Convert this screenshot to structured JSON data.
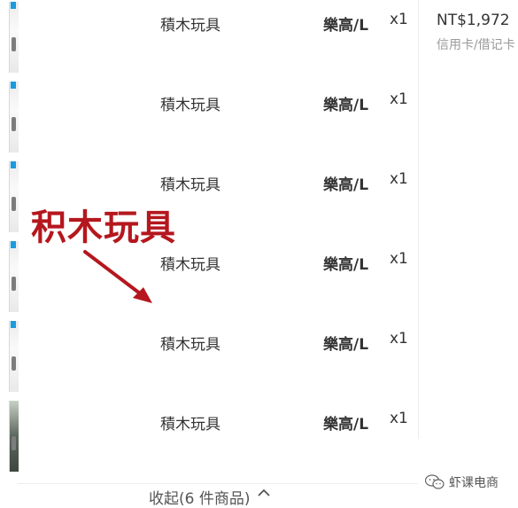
{
  "order": {
    "items": [
      {
        "name": "積木玩具",
        "spec": "樂高/L",
        "qty": "x1"
      },
      {
        "name": "積木玩具",
        "spec": "樂高/L",
        "qty": "x1"
      },
      {
        "name": "積木玩具",
        "spec": "樂高/L",
        "qty": "x1"
      },
      {
        "name": "積木玩具",
        "spec": "樂高/L",
        "qty": "x1"
      },
      {
        "name": "積木玩具",
        "spec": "樂高/L",
        "qty": "x1"
      },
      {
        "name": "積木玩具",
        "spec": "樂高/L",
        "qty": "x1"
      }
    ],
    "total_price": "NT$1,972",
    "payment_method": "信用卡/借记卡",
    "collapse_label": "收起(6 件商品)"
  },
  "annotation": {
    "callout_text": "积木玩具",
    "color": "#b5171e"
  },
  "watermark": {
    "text": "虾课电商"
  },
  "icons": {
    "collapse": "chevron-up-icon",
    "watermark": "wechat-logo-icon"
  }
}
